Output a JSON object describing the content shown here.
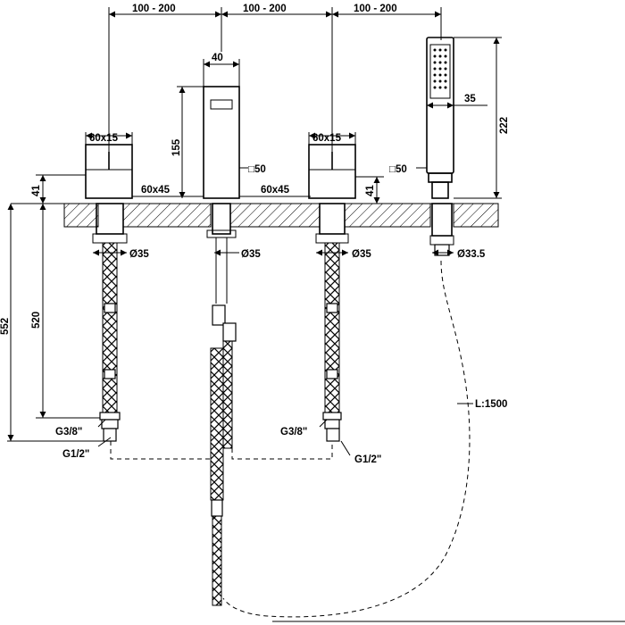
{
  "dims": {
    "spacing_1": "100 - 200",
    "spacing_2": "100 - 200",
    "spacing_3": "100 - 200",
    "spout_width": "40",
    "spout_height": "155",
    "handle_left_size": "60x15",
    "handle_right_size": "60x15",
    "base_left": "60x45",
    "base_center": "60x45",
    "square_center": "□50",
    "square_right": "□50",
    "handshower_width": "35",
    "handshower_height": "222",
    "base_height_left": "41",
    "base_height_right": "41",
    "dia_left": "Ø35",
    "dia_center": "Ø35",
    "dia_right": "Ø35",
    "dia_shower": "Ø33.5",
    "total_length": "552",
    "hose_length": "520",
    "thread_left_small": "G3/8\"",
    "thread_left_large": "G1/2\"",
    "thread_right_small": "G3/8\"",
    "thread_right_large": "G1/2\"",
    "shower_hose_length": "L:1500"
  }
}
